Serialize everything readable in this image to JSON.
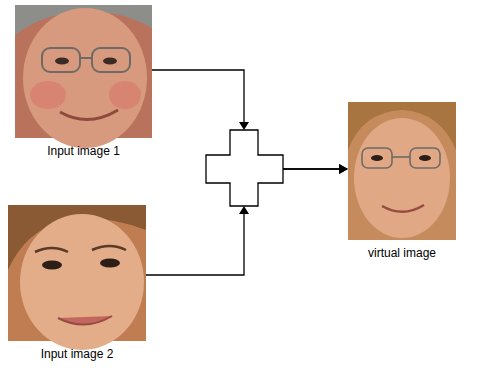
{
  "diagram": {
    "nodes": [
      {
        "text": [
          "Input image 1"
        ]
      },
      {
        "text": [
          "Input image 2"
        ]
      },
      {
        "text": [
          "virtual image"
        ]
      }
    ],
    "edges": [
      {
        "from": 0,
        "to": 2,
        "arrow": "to"
      },
      {
        "from": 1,
        "to": 2,
        "arrow": "to"
      }
    ]
  }
}
